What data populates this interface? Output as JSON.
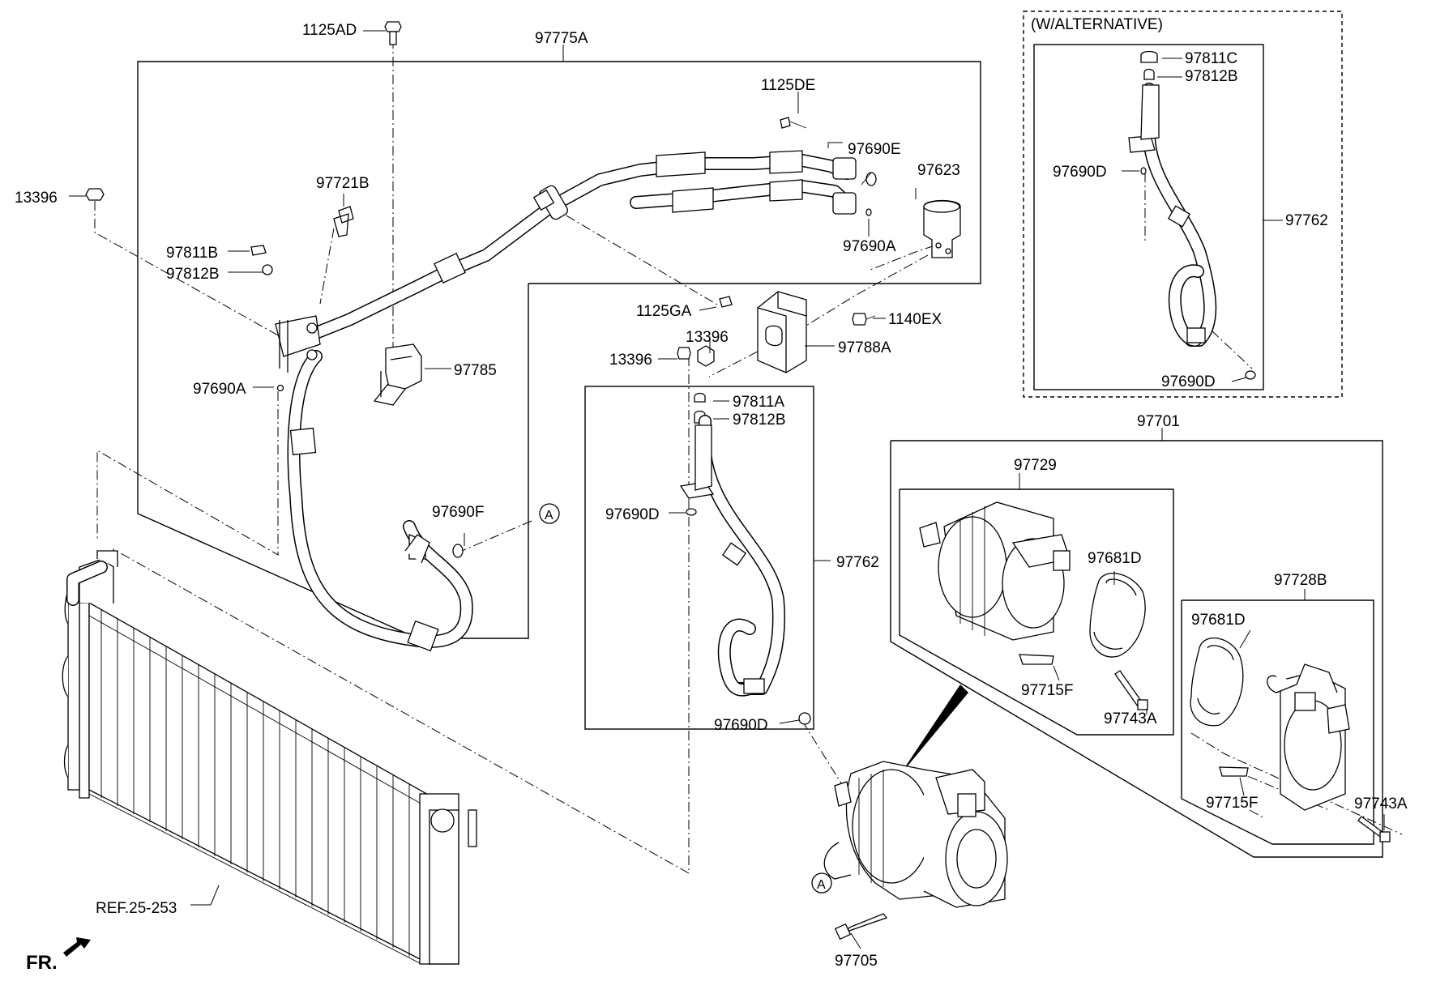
{
  "labels": {
    "p_97775A": "97775A",
    "p_1125AD": "1125AD",
    "p_1125DE": "1125DE",
    "p_97690E": "97690E",
    "p_97623": "97623",
    "p_97690A_top": "97690A",
    "p_13396_left": "13396",
    "p_97721B": "97721B",
    "p_97811B": "97811B",
    "p_97812B_left": "97812B",
    "p_97690A_left": "97690A",
    "p_97785": "97785",
    "p_1125GA": "1125GA",
    "p_1140EX": "1140EX",
    "p_13396_mid_a": "13396",
    "p_13396_mid_b": "13396",
    "p_97788A": "97788A",
    "p_97811A": "97811A",
    "p_97812B_mid": "97812B",
    "p_97690D_mid_top": "97690D",
    "p_97690F": "97690F",
    "p_97762_mid": "97762",
    "p_97690D_mid_bottom": "97690D",
    "alt_title": "(W/ALTERNATIVE)",
    "p_97811C": "97811C",
    "p_97812B_alt": "97812B",
    "p_97690D_alt_top": "97690D",
    "p_97762_alt": "97762",
    "p_97690D_alt_bottom": "97690D",
    "p_97701": "97701",
    "p_97729": "97729",
    "p_97681D_a": "97681D",
    "p_97715F_a": "97715F",
    "p_97743A_a": "97743A",
    "p_97728B": "97728B",
    "p_97681D_b": "97681D",
    "p_97715F_b": "97715F",
    "p_97743A_b": "97743A",
    "p_97705": "97705",
    "circle_A_top": "A",
    "circle_A_bottom": "A",
    "ref": "REF.25-253",
    "fr": "FR."
  },
  "colors": {
    "line": "#000000",
    "background": "#ffffff"
  }
}
